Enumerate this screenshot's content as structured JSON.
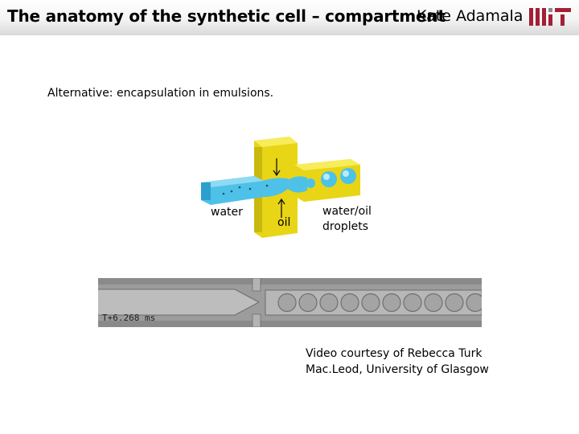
{
  "header": {
    "title": "The anatomy of the synthetic cell – compartment",
    "author": "Kate Adamala",
    "logo": "MIT"
  },
  "slide": {
    "subtitle": "Alternative: encapsulation in emulsions.",
    "diagram": {
      "label_water": "water",
      "label_oil": "oil",
      "label_droplets_line1": "water/oil",
      "label_droplets_line2": "droplets"
    },
    "video": {
      "timestamp": "T+6.268 ms"
    },
    "credit_line1": "Video courtesy of Rebecca Turk",
    "credit_line2": "Mac.Leod, University of Glasgow"
  },
  "colors": {
    "channel_yellow": "#f2e21c",
    "water_blue": "#4ec1e8",
    "mit_red": "#a31f34",
    "mit_gray": "#8a8b8c"
  }
}
